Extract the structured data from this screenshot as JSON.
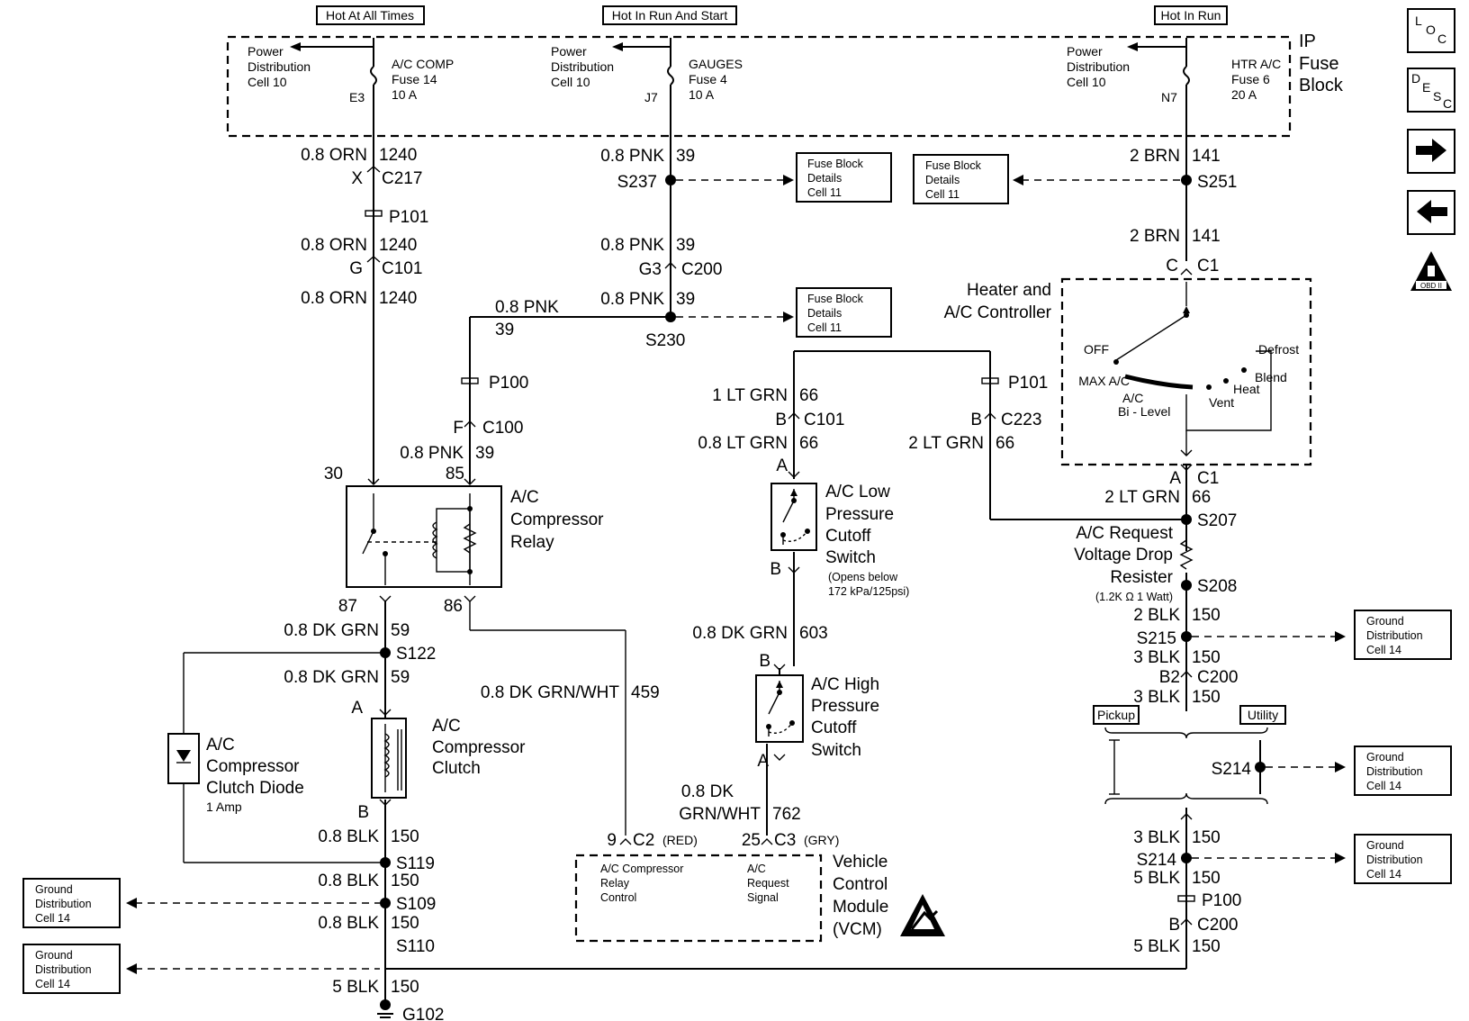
{
  "headers": {
    "hot_all": "Hot At All Times",
    "hot_run_start": "Hot In Run And Start",
    "hot_run": "Hot In Run"
  },
  "fuse_block": {
    "title_line1": "IP",
    "title_line2": "Fuse",
    "title_line3": "Block",
    "pd_line1": "Power",
    "pd_line2": "Distribution",
    "pd_line3": "Cell 10",
    "fuse1": {
      "name": "A/C COMP",
      "fuse": "Fuse 14",
      "rating": "10 A",
      "term": "E3"
    },
    "fuse2": {
      "name": "GAUGES",
      "fuse": "Fuse 4",
      "rating": "10 A",
      "term": "J7"
    },
    "fuse3": {
      "name": "HTR A/C",
      "fuse": "Fuse 6",
      "rating": "20 A",
      "term": "N7"
    }
  },
  "nav": {
    "loc": "LOC",
    "desc": "DESC",
    "next_icon": "right-arrow-icon",
    "prev_icon": "left-arrow-icon",
    "obd": "OBD II"
  },
  "refbox": {
    "fb_line1": "Fuse Block",
    "fb_line2": "Details",
    "fb_line3": "Cell 11",
    "gd_line1": "Ground",
    "gd_line2": "Distribution",
    "gd_line3": "Cell 14"
  },
  "left": {
    "w1": "0.8 ORN",
    "c1240": "1240",
    "x": "X",
    "c217": "C217",
    "p101": "P101",
    "g": "G",
    "c101": "C101",
    "pin30": "30",
    "pin87": "87",
    "pin85": "85",
    "pin86": "86",
    "dkgrn": "0.8 DK GRN",
    "c59": "59",
    "s122": "S122",
    "a": "A",
    "b": "B",
    "blk08": "0.8 BLK",
    "c150": "150",
    "s119": "S119",
    "s109": "S109",
    "s110": "S110",
    "blk5": "5 BLK",
    "g102": "G102"
  },
  "relay": {
    "l1": "A/C",
    "l2": "Compressor",
    "l3": "Relay"
  },
  "clutch": {
    "l1": "A/C",
    "l2": "Compressor",
    "l3": "Clutch"
  },
  "diode": {
    "l1": "A/C",
    "l2": "Compressor",
    "l3": "Clutch Diode",
    "l4": "1 Amp"
  },
  "mid": {
    "pnk": "0.8 PNK",
    "c39": "39",
    "s237": "S237",
    "g3": "G3",
    "c200": "C200",
    "s230": "S230",
    "p100": "P100",
    "f": "F",
    "c100": "C100",
    "dkgrnwht": "0.8 DK GRN/WHT",
    "c459": "459"
  },
  "vcm": {
    "pin9": "9",
    "c2": "C2",
    "red": "(RED)",
    "pin25": "25",
    "c3": "C3",
    "gry": "(GRY)",
    "relay_ctrl1": "A/C Compressor",
    "relay_ctrl2": "Relay",
    "relay_ctrl3": "Control",
    "req1": "A/C",
    "req2": "Request",
    "req3": "Signal",
    "n1": "Vehicle",
    "n2": "Control",
    "n3": "Module",
    "n4": "(VCM)"
  },
  "center": {
    "ltgrn1": "1 LT GRN",
    "c66": "66",
    "b": "B",
    "c101": "C101",
    "ltgrn08": "0.8 LT GRN",
    "a": "A",
    "low1": "A/C Low",
    "low2": "Pressure",
    "low3": "Cutoff",
    "low4": "Switch",
    "low5": "(Opens below",
    "low6": "172 kPa/125psi)",
    "dkgrn": "0.8 DK GRN",
    "c603": "603",
    "high1": "A/C High",
    "high2": "Pressure",
    "high3": "Cutoff",
    "high4": "Switch",
    "dk1": "0.8 DK",
    "dk2": "GRN/WHT",
    "c762": "762"
  },
  "right": {
    "brn": "2 BRN",
    "c141": "141",
    "s251": "S251",
    "c": "C",
    "c1": "C1",
    "ctrl1": "Heater and",
    "ctrl2": "A/C Controller",
    "off": "OFF",
    "maxac": "MAX A/C",
    "ac": "A/C",
    "bilevel": "Bi - Level",
    "vent": "Vent",
    "heat": "Heat",
    "blend": "Blend",
    "defrost": "Defrost",
    "p101": "P101",
    "b": "B",
    "c223": "C223",
    "ltgrn2": "2 LT GRN",
    "c66": "66",
    "a": "A",
    "s207": "S207",
    "res1": "A/C Request",
    "res2": "Voltage Drop",
    "res3": "Resister",
    "res4": "(1.2K Ω  1 Watt)",
    "s208": "S208",
    "blk2": "2 BLK",
    "c150": "150",
    "s215": "S215",
    "blk3": "3 BLK",
    "b2": "B2",
    "c200": "C200",
    "pickup": "Pickup",
    "utility": "Utility",
    "s214": "S214",
    "blk5": "5 BLK",
    "p100": "P100",
    "bb": "B"
  }
}
